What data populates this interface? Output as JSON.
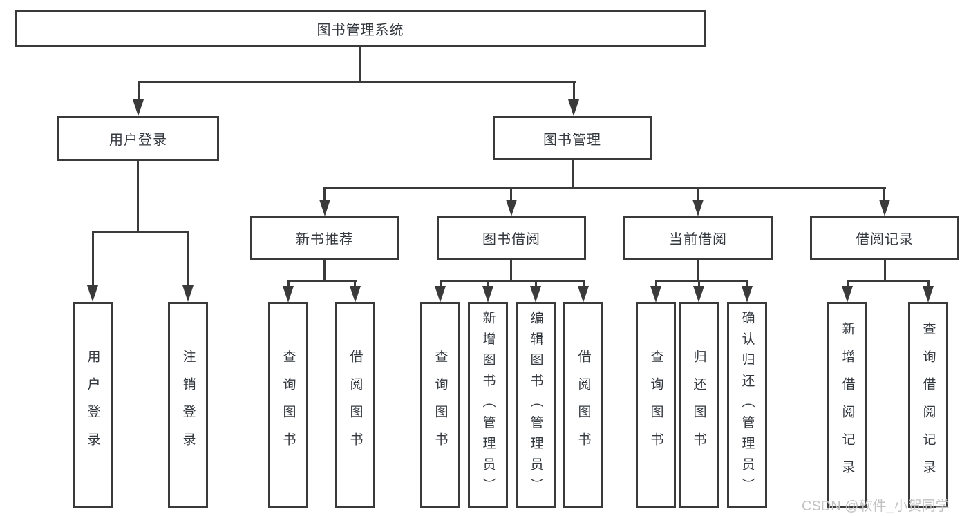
{
  "title": "图书管理系统",
  "watermark": "CSDN @软件_小贺同学",
  "colors": {
    "line": "#3a3a3a",
    "box_border": "#3a3a3a",
    "text": "#33383f",
    "watermark": "#c2c2c2",
    "background": "#ffffff"
  },
  "tree": {
    "root": "图书管理系统",
    "level2": [
      {
        "label": "用户登录",
        "children": [
          "用户登录",
          "注销登录"
        ]
      },
      {
        "label": "图书管理",
        "groups": [
          {
            "label": "新书推荐",
            "children": [
              "查询图书",
              "借阅图书"
            ]
          },
          {
            "label": "图书借阅",
            "children": [
              "查询图书",
              "新增图书（管理员）",
              "编辑图书（管理员）",
              "借阅图书"
            ]
          },
          {
            "label": "当前借阅",
            "children": [
              "查询图书",
              "归还图书",
              "确认归还（管理员）"
            ]
          },
          {
            "label": "借阅记录",
            "children": [
              "新增借阅记录",
              "查询借阅记录"
            ]
          }
        ]
      }
    ]
  }
}
